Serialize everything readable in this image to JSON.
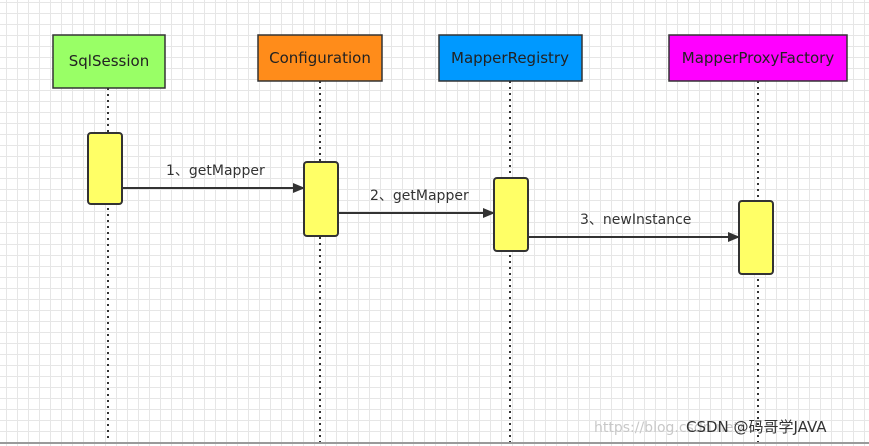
{
  "participants": [
    {
      "label": "SqlSession",
      "color": "#99ff66"
    },
    {
      "label": "Configuration",
      "color": "#ff8c1a"
    },
    {
      "label": "MapperRegistry",
      "color": "#0099ff"
    },
    {
      "label": "MapperProxyFactory",
      "color": "#ff00ff"
    }
  ],
  "activation_color": "#ffff66",
  "messages": [
    {
      "label": "1、getMapper",
      "from": 0,
      "to": 1
    },
    {
      "label": "2、getMapper",
      "from": 1,
      "to": 2
    },
    {
      "label": "3、newInstance",
      "from": 2,
      "to": 3
    }
  ],
  "watermark": {
    "faint": "https://blog.csdn.net/...",
    "main": "CSDN @码哥学JAVA"
  }
}
